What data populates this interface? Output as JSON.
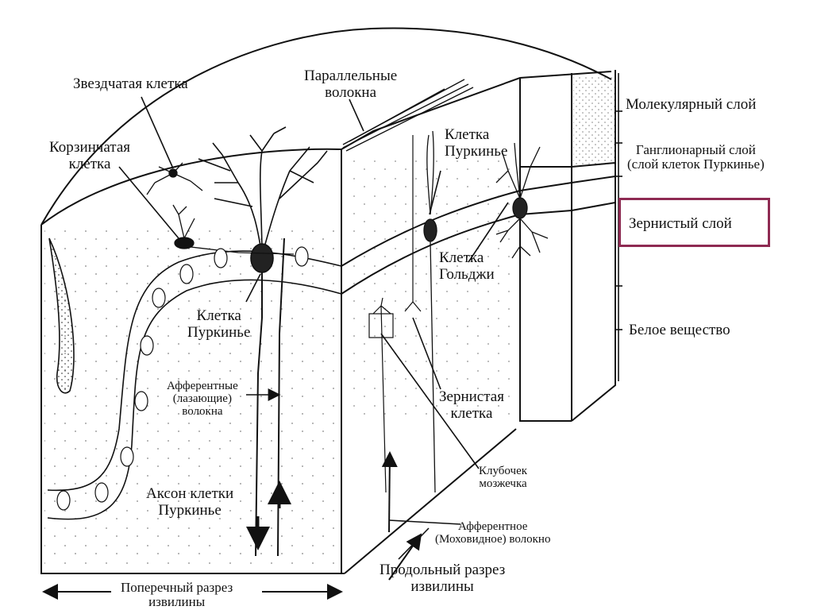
{
  "labels": {
    "stellate_cell": "Звездчатая клетка",
    "basket_cell": [
      "Корзинчатая",
      "клетка"
    ],
    "parallel_fibers": [
      "Параллельные",
      "волокна"
    ],
    "purkinje_cell_top": [
      "Клетка",
      "Пуркинье"
    ],
    "golgi_cell": [
      "Клетка",
      "Гольджи"
    ],
    "purkinje_cell_mid": [
      "Клетка",
      "Пуркинье"
    ],
    "climbing_fibers": [
      "Афферентные",
      "(лазающие)",
      "волокна"
    ],
    "granule_cell": [
      "Зернистая",
      "клетка"
    ],
    "purkinje_axon": [
      "Аксон клетки",
      "Пуркинье"
    ],
    "glomerulus": [
      "Клубочек",
      "мозжечка"
    ],
    "mossy_fiber": [
      "Афферентное",
      "(Моховидное) волокно"
    ],
    "longitudinal_section": [
      "Продольный разрез",
      "извилины"
    ],
    "transverse_section": [
      "Поперечный разрез",
      "извилины"
    ]
  },
  "layers": {
    "molecular": "Молекулярный слой",
    "ganglionic": [
      "Ганглионарный слой",
      "(слой клеток Пуркинье)"
    ],
    "granular": "Зернистый слой",
    "white_matter": "Белое вещество"
  },
  "colors": {
    "highlight_border": "#8e2a52",
    "line": "#111111"
  }
}
